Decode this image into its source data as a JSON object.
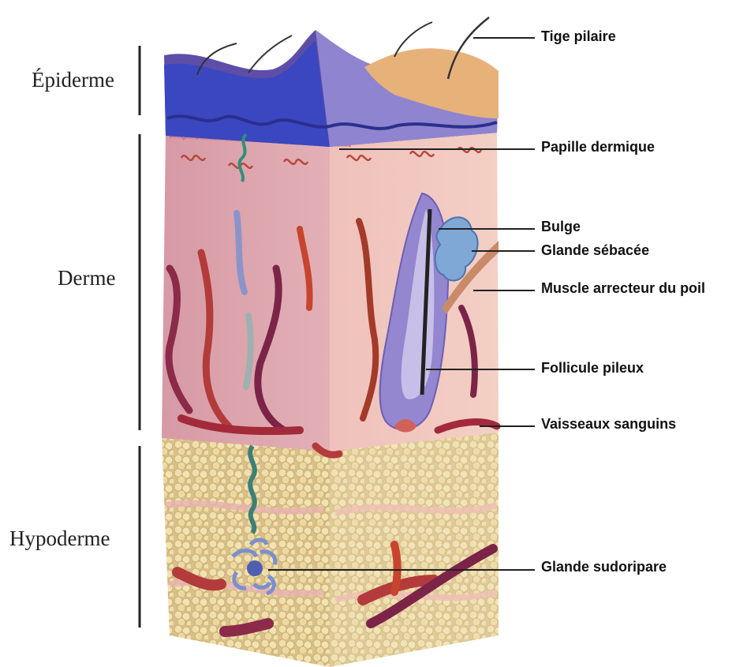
{
  "layers": {
    "epidermis": "Épiderme",
    "dermis": "Derme",
    "hypodermis": "Hypoderme"
  },
  "callouts": {
    "hair_shaft": "Tige pilaire",
    "dermal_papilla": "Papille dermique",
    "bulge": "Bulge",
    "sebaceous_gland": "Glande sébacée",
    "arrector_muscle": "Muscle arrecteur du poil",
    "hair_follicle": "Follicule pileux",
    "blood_vessels": "Vaisseaux sanguins",
    "sweat_gland": "Glande sudoripare"
  },
  "colors": {
    "epidermis_purple": "#6a58b0",
    "epidermis_blue": "#3f4fc0",
    "dermis_pink": "#e7b6b9",
    "dermis_front": "#d9a3ab",
    "vessel_red": "#b23a3a",
    "vessel_purple": "#7c2448",
    "fat_yellow": "#e6d39a",
    "skin_tan": "#e9b37a",
    "leader_line": "#222222"
  }
}
